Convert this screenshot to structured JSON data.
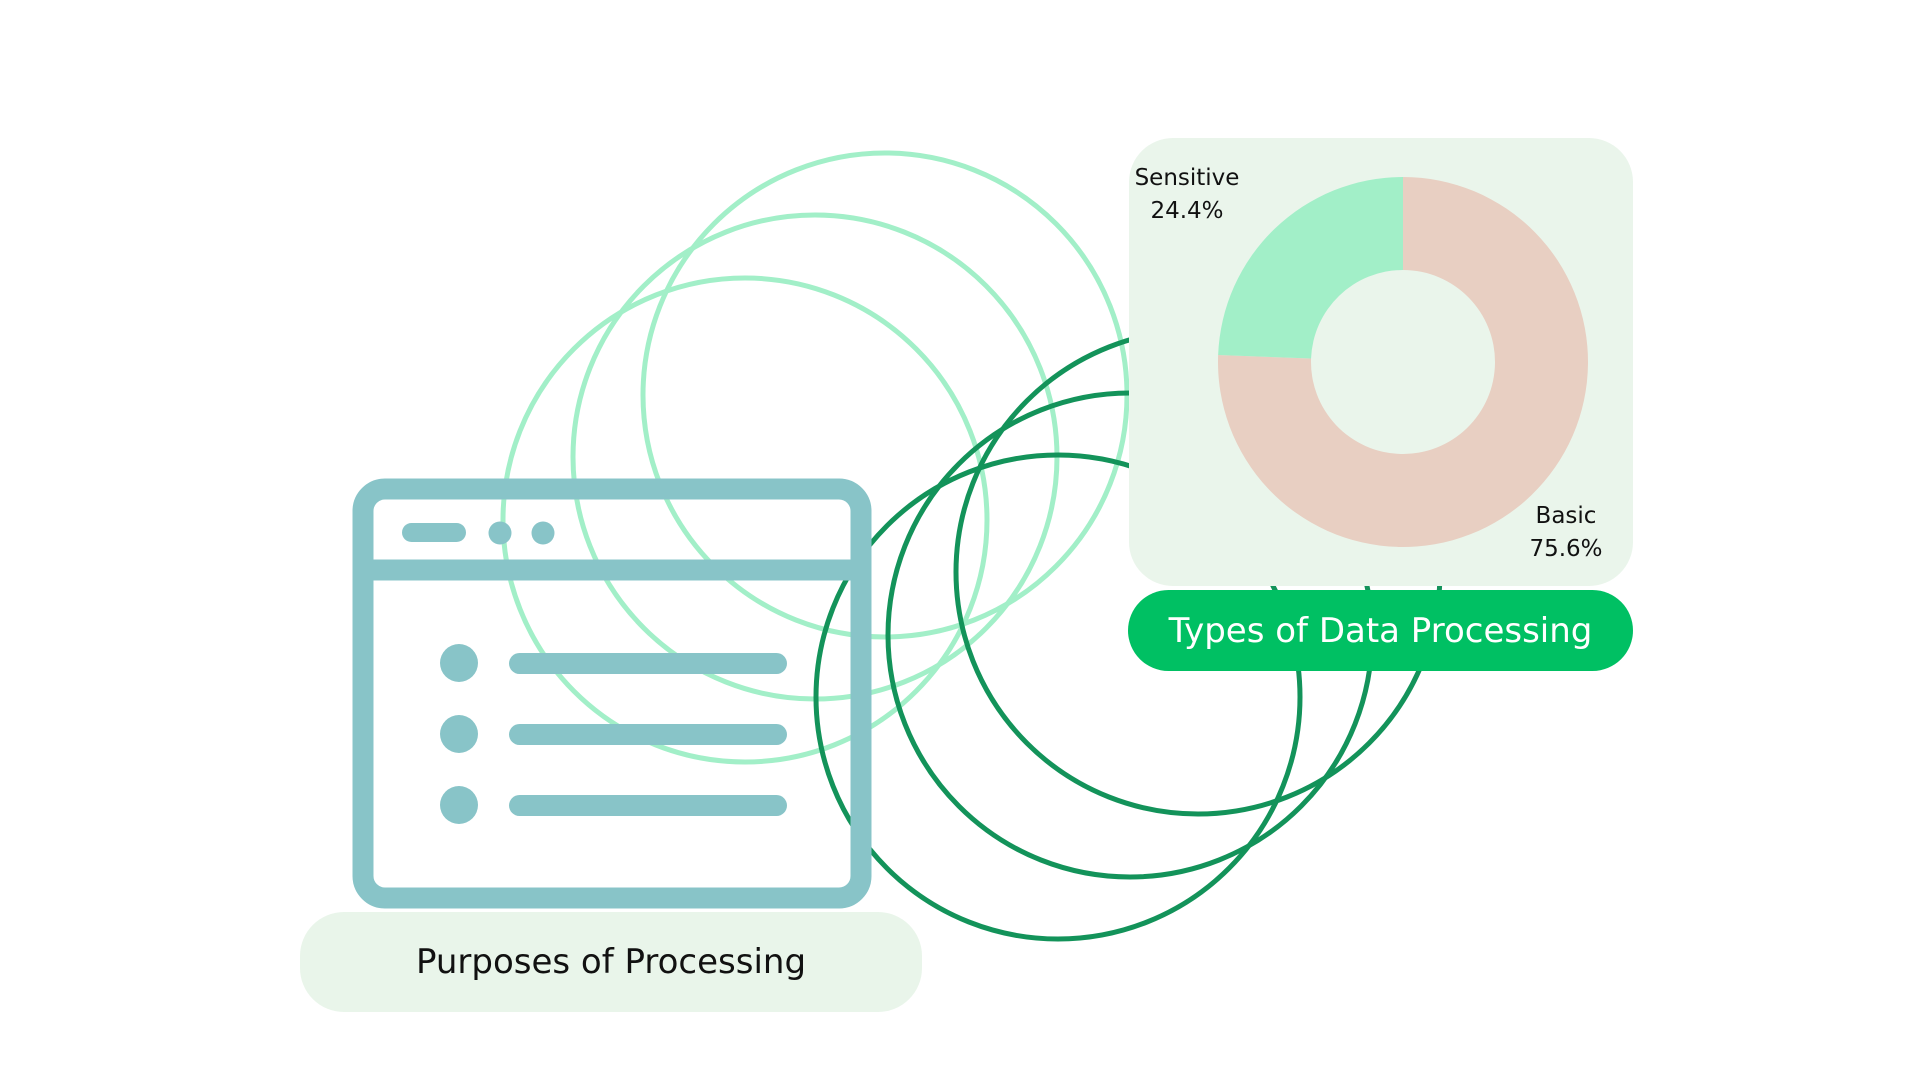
{
  "colors": {
    "light_ring": "#a2efc8",
    "dark_ring": "#13935a",
    "browser_icon": "#88c4c8",
    "panel_background": "#eaf5eb",
    "primary_pill": "#00c063",
    "secondary_pill": "#e9f5ea",
    "slice_sensitive": "#a2efc8",
    "slice_basic": "#e8cfc2"
  },
  "icons": {
    "browser": "browser-window-list-icon"
  },
  "labels": {
    "types_of_processing": "Types of Data Processing",
    "purposes_of_processing": "Purposes of Processing"
  },
  "chart_data": {
    "type": "pie",
    "donut": true,
    "categories": [
      "Sensitive",
      "Basic"
    ],
    "values": [
      24.4,
      75.6
    ],
    "value_labels": [
      "24.4%",
      "75.6%"
    ],
    "legend": "none",
    "slice_colors": [
      "#a2efc8",
      "#e8cfc2"
    ]
  }
}
